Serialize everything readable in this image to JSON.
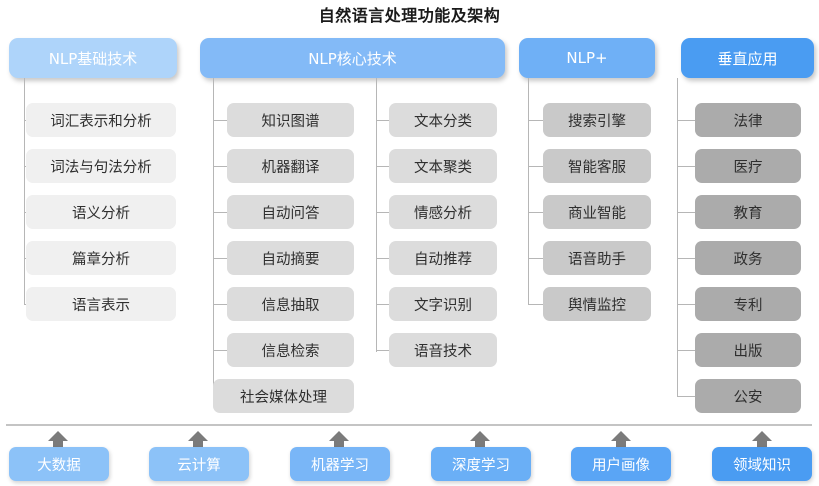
{
  "title": "自然语言处理功能及架构",
  "columns": [
    {
      "header": "NLP基础技术",
      "header_color": "#aed4fa",
      "tone": "tone-1",
      "items": [
        "词汇表示和分析",
        "词法与句法分析",
        "语义分析",
        "篇章分析",
        "语言表示"
      ]
    },
    {
      "header": "NLP核心技术",
      "header_color": "#83baf7",
      "tone": "tone-2",
      "items": [
        "知识图谱",
        "机器翻译",
        "自动问答",
        "自动摘要",
        "信息抽取",
        "信息检索",
        "社会媒体处理"
      ],
      "items_b": [
        "文本分类",
        "文本聚类",
        "情感分析",
        "自动推荐",
        "文字识别",
        "语音技术"
      ]
    },
    {
      "header": "NLP+",
      "header_color": "#6fb0f6",
      "tone": "tone-3",
      "items": [
        "搜索引擎",
        "智能客服",
        "商业智能",
        "语音助手",
        "舆情监控"
      ]
    },
    {
      "header": "垂直应用",
      "header_color": "#4a9cf2",
      "tone": "tone-4",
      "items": [
        "法律",
        "医疗",
        "教育",
        "政务",
        "专利",
        "出版",
        "公安"
      ]
    }
  ],
  "foundation": {
    "items": [
      {
        "label": "大数据",
        "color": "#8cc2f8"
      },
      {
        "label": "云计算",
        "color": "#8cc2f8"
      },
      {
        "label": "机器学习",
        "color": "#79b6f7"
      },
      {
        "label": "深度学习",
        "color": "#6aaff6"
      },
      {
        "label": "用户画像",
        "color": "#5aa5f5"
      },
      {
        "label": "领域知识",
        "color": "#4a9cf2"
      }
    ],
    "arrow_color": "#7b7b7b"
  },
  "watermark": ""
}
